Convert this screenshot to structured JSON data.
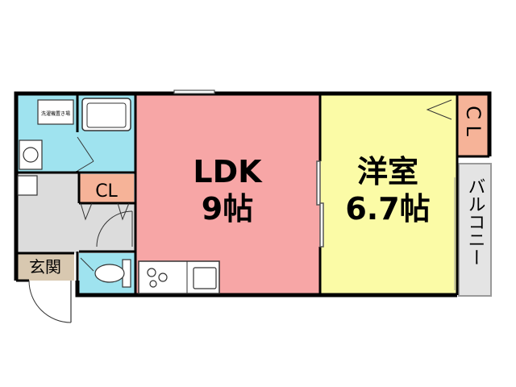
{
  "rooms": {
    "ldk": {
      "name": "LDK",
      "size": "9帖",
      "color": "#f7a6a6"
    },
    "western": {
      "name": "洋室",
      "size": "6.7帖",
      "color": "#fbfba6"
    },
    "closet_western": {
      "label": "C L",
      "color": "#f6b398"
    },
    "closet_hall": {
      "label": "CL",
      "color": "#f6b398"
    },
    "balcony": {
      "label": "バルコニー",
      "color": "#e4e4e4"
    },
    "entrance": {
      "label": "玄関",
      "color": "#d8c8b0"
    },
    "wet_area": {
      "color": "#9fe3ef"
    },
    "hallway": {
      "color": "#dcdcdc"
    }
  },
  "fixtures": {
    "washer_label": "洗濯機置き場"
  }
}
